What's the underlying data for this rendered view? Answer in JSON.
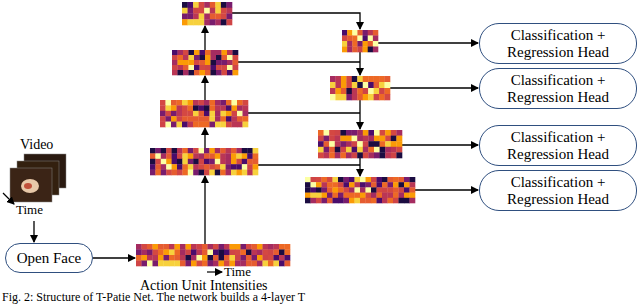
{
  "diagram": {
    "caption": "Fig. 2: Structure of T-Patie Net. The network builds a 4-layer T",
    "nodes": [
      {
        "text": [
          "Open Face"
        ]
      },
      {
        "text": [
          "Classification + Regression Head"
        ]
      },
      {
        "text": [
          "Classification + Regression Head"
        ]
      },
      {
        "text": [
          "Classification + Regression Head"
        ]
      },
      {
        "text": [
          "Classification + Regression Head"
        ]
      }
    ],
    "labels": [
      "Video",
      "Time",
      "Time",
      "Action Unit Intensities"
    ]
  }
}
